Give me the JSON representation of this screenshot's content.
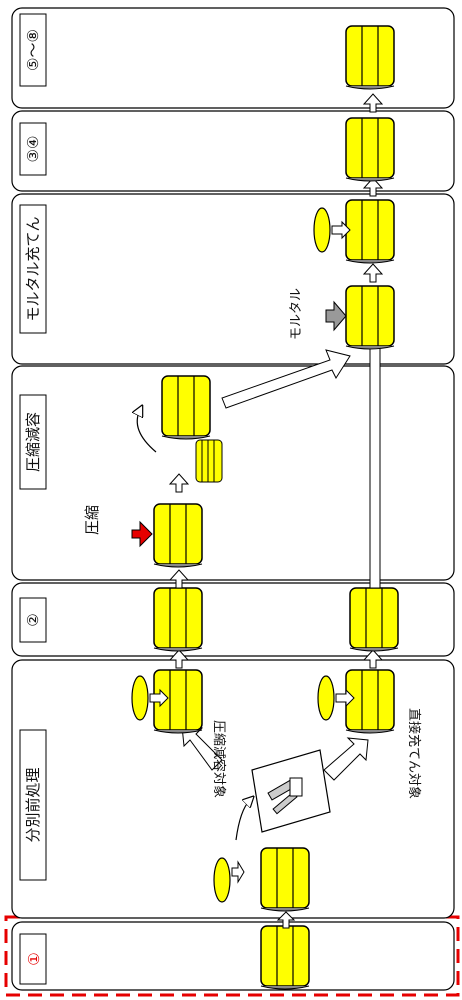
{
  "stages": [
    {
      "id": "s1",
      "label": "①",
      "highlighted": true
    },
    {
      "id": "s2",
      "label": "分別前処理"
    },
    {
      "id": "s3",
      "label": "②"
    },
    {
      "id": "s4",
      "label": "圧縮減容"
    },
    {
      "id": "s5",
      "label": "モルタル充てん"
    },
    {
      "id": "s6",
      "label": "③④"
    },
    {
      "id": "s7",
      "label": "⑤～⑧"
    }
  ],
  "annotations": {
    "compress_target": "圧縮減容対象",
    "direct_fill_target": "直接充てん対象",
    "compress": "圧縮",
    "mortar": "モルタル"
  },
  "colors": {
    "drum_fill": "#ffff00",
    "drum_stroke": "#000000",
    "highlight_border": "#e60000",
    "compress_arrow": "#e60000",
    "mortar_arrow": "#999999",
    "panel_stroke": "#000000"
  }
}
